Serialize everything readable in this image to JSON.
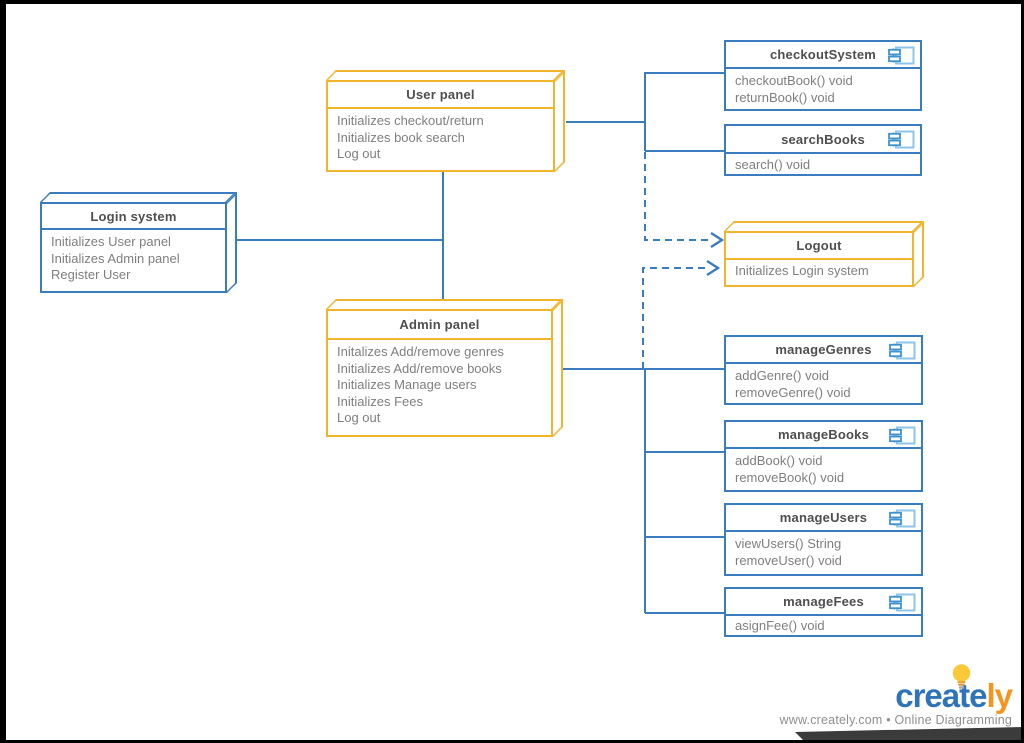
{
  "nodes": {
    "login": {
      "title": "Login system",
      "lines": [
        "Initializes User panel",
        "Initializes Admin panel",
        "Register User"
      ]
    },
    "user": {
      "title": "User panel",
      "lines": [
        "Initializes checkout/return",
        "Initializes book search",
        "Log out"
      ]
    },
    "admin": {
      "title": "Admin panel",
      "lines": [
        "Initalizes Add/remove genres",
        "Initializes Add/remove books",
        "Initializes Manage users",
        "Initializes Fees",
        "Log out"
      ]
    },
    "logout": {
      "title": "Logout",
      "lines": [
        "Initializes Login system"
      ]
    }
  },
  "components": {
    "checkoutSystem": {
      "title": "checkoutSystem",
      "lines": [
        "checkoutBook() void",
        "returnBook() void"
      ]
    },
    "searchBooks": {
      "title": "searchBooks",
      "lines": [
        "search() void"
      ]
    },
    "manageGenres": {
      "title": "manageGenres",
      "lines": [
        "addGenre() void",
        "removeGenre() void"
      ]
    },
    "manageBooks": {
      "title": "manageBooks",
      "lines": [
        "addBook() void",
        "removeBook() void"
      ]
    },
    "manageUsers": {
      "title": "manageUsers",
      "lines": [
        "viewUsers() String",
        "removeUser() void"
      ]
    },
    "manageFees": {
      "title": "manageFees",
      "lines": [
        "asignFee() void"
      ]
    }
  },
  "icons": {
    "component_icon": "uml-component-icon",
    "lightbulb_icon": "lightbulb-icon"
  },
  "colors": {
    "blue": "#3a7dbe",
    "yellow": "#f0b42d",
    "title_text": "#4f4f4f",
    "body_text": "#7f7f7f",
    "icon_outer": "#8ec4ea",
    "icon_inner": "#3f93cf",
    "brand_blue": "#2f74b8",
    "brand_orange": "#f7941e",
    "bulb_yellow": "#f9c938",
    "tagline_text": "#8f8f8f",
    "strip": "#3b3b3b"
  },
  "footer": {
    "brand_part1": "create",
    "brand_part2": "ly",
    "tagline": "www.creately.com • Online Diagramming"
  }
}
